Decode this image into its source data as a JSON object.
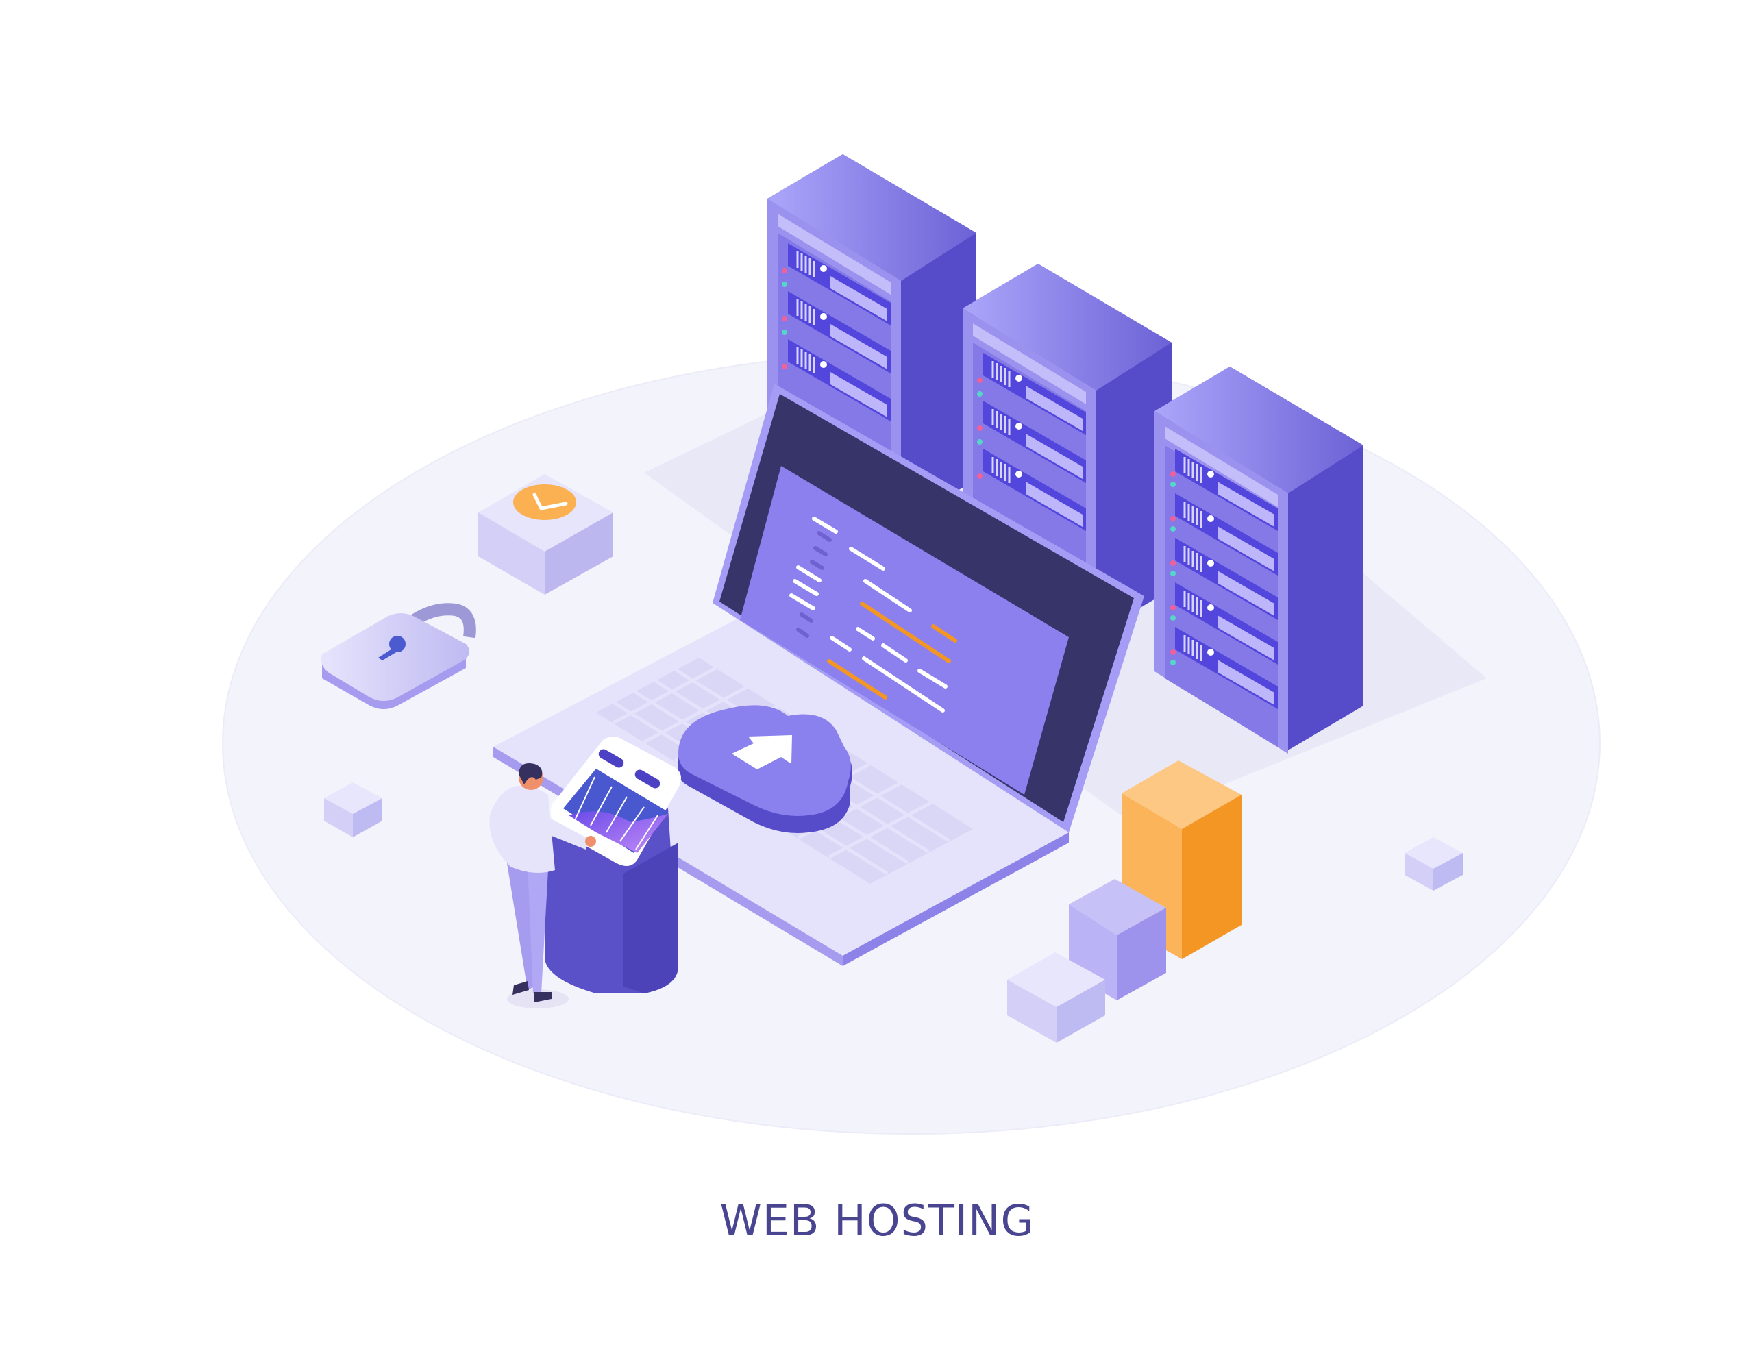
{
  "caption": {
    "title": "WEB HOSTING",
    "color": "#4a4590"
  },
  "illustration": {
    "style": "isometric",
    "elements": [
      "server-rack-left",
      "server-rack-middle",
      "server-rack-right",
      "laptop-with-code-screen",
      "cloud-upload-badge",
      "person-at-kiosk",
      "kiosk-with-chart-screen",
      "padlock",
      "checkmark-cube",
      "bar-blocks",
      "small-cubes"
    ]
  },
  "colors": {
    "background": "#ffffff",
    "floor": "#f2f2fc",
    "server_front": "#8a7fe8",
    "server_side": "#564bc8",
    "server_top": "#a49df5",
    "server_slot": "#5246dc",
    "screen_bezel": "#37346a",
    "screen": "#8c80ee",
    "laptop_base": "#e4e2fa",
    "accent_orange": "#f39624",
    "accent_orange_light": "#fbb45a",
    "led_pink": "#f0609a",
    "led_teal": "#56d6c8",
    "cube_light": "#d4d0f6"
  }
}
